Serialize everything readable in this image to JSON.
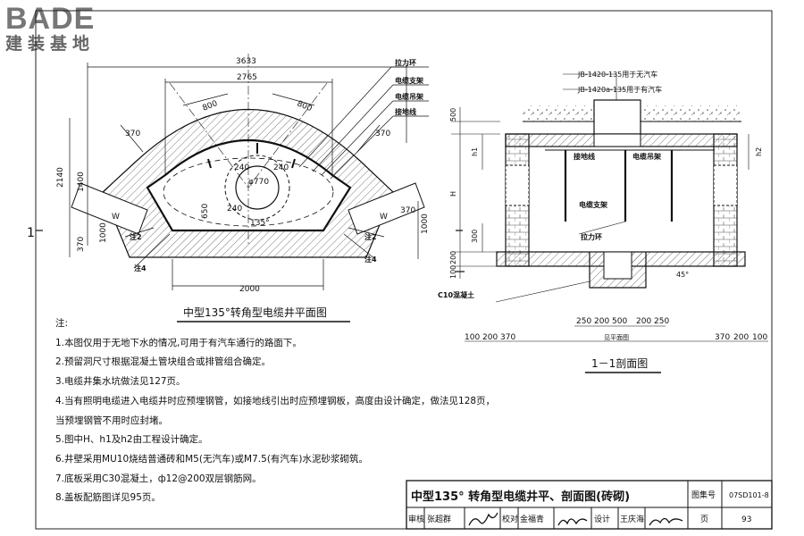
{
  "logo": {
    "brand": "BADE",
    "tagline": "建装基地"
  },
  "plan": {
    "caption": "中型135°转角型电缆井平面图",
    "dims": {
      "d3633": "3633",
      "d2765": "2765",
      "d800a": "800",
      "d800b": "800",
      "d370a": "370",
      "d370b": "370",
      "d370c": "370",
      "d2140": "2140",
      "d1400": "1400",
      "d370v": "370",
      "d1000a": "1000",
      "d1000b": "1000",
      "d650": "650",
      "d240a": "240",
      "d240b": "240",
      "d240c": "240",
      "d770": "φ770",
      "d2000": "2000",
      "dW1": "W",
      "dW2": "W",
      "ang": "135°"
    },
    "callouts": {
      "lali": "拉力环",
      "dianlan_zhijia": "电缆支架",
      "dianlan_diaojia": "电缆吊架",
      "jiedixian": "接地线",
      "zhu2a": "注2",
      "zhu2b": "注2",
      "zhu4a": "注4",
      "zhu4b": "注4"
    },
    "section_mark": "1"
  },
  "section": {
    "caption": "1－1剖面图",
    "cover_a": "JB-1420-135用于无汽车",
    "cover_b": "JB-1420a-135用于有汽车",
    "labels": {
      "jiedixian": "接地线",
      "diaojia": "电缆吊架",
      "zhijia": "电缆支架",
      "lali": "拉力环",
      "c10": "C10混凝土",
      "jianmian": "见平面图",
      "angle": "45°"
    },
    "dims": {
      "d500": "500",
      "h1": "h1",
      "h2": "h2",
      "H": "H",
      "d300": "300",
      "d200a": "200",
      "d100": "100",
      "d250a": "250",
      "d200b": "200",
      "d500b": "500",
      "d200c": "200",
      "d250b": "250",
      "b100": "100",
      "b200": "200",
      "b370": "370",
      "c370": "370",
      "c200": "200",
      "c100": "100"
    }
  },
  "notes": {
    "heading": "注:",
    "items": [
      "1.本图仅用于无地下水的情况,可用于有汽车通行的路面下。",
      "2.预留洞尺寸根据混凝土管块组合或排管组合确定。",
      "3.电缆井集水坑做法见127页。",
      "4.当有照明电缆进入电缆井时应预埋钢管，如接地线引出时应预埋钢板，高度由设计确定，做法见128页，",
      "   当预埋钢管不用时应封堵。",
      "5.图中H、h1及h2由工程设计确定。",
      "6.井壁采用MU10烧结普通砖和M5(无汽车)或M7.5(有汽车)水泥砂浆砌筑。",
      "7.底板采用C30混凝土，ф12@200双层钢筋网。",
      "8.盖板配筋图详见95页。"
    ]
  },
  "titleblock": {
    "title": "中型135° 转角型电缆井平、剖面图(砖砌)",
    "atlas_label": "图集号",
    "atlas_no": "07SD101-8",
    "reviewer_label": "审核",
    "reviewer": "张超群",
    "checker_label": "校对",
    "checker": "金福青",
    "designer_label": "设计",
    "designer": "王庆海",
    "page_label": "页",
    "page_no": "93"
  }
}
